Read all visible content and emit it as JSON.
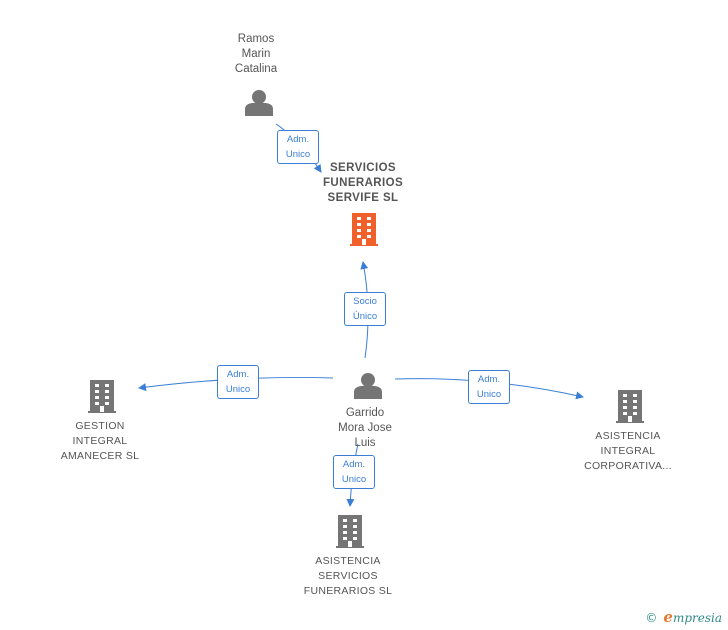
{
  "nodes": {
    "ramos": {
      "label": "Ramos\nMarin\nCatalina"
    },
    "garrido": {
      "label": "Garrido\nMora Jose\nLuis"
    },
    "servicios": {
      "label": "SERVICIOS\nFUNERARIOS\nSERVIFE SL",
      "color": "#f0602a"
    },
    "gestion": {
      "label": "GESTION\nINTEGRAL\nAMANECER SL"
    },
    "asistencia_integral": {
      "label": "ASISTENCIA\nINTEGRAL\nCORPORATIVA..."
    },
    "asistencia_servicios": {
      "label": "ASISTENCIA\nSERVICIOS\nFUNERARIOS SL"
    }
  },
  "relations": {
    "ramos_servicios": "Adm.\nUnico",
    "garrido_servicios": "Socio\nÚnico",
    "garrido_gestion": "Adm.\nUnico",
    "garrido_asistencia_integral": "Adm.\nUnico",
    "garrido_asistencia_servicios": "Adm.\nUnico"
  },
  "colors": {
    "edge": "#3a7fd5",
    "icon": "#757575",
    "main_company": "#f0602a"
  },
  "footer": {
    "copyright": "©",
    "brand_initial": "e",
    "brand_rest": "mpresia"
  }
}
